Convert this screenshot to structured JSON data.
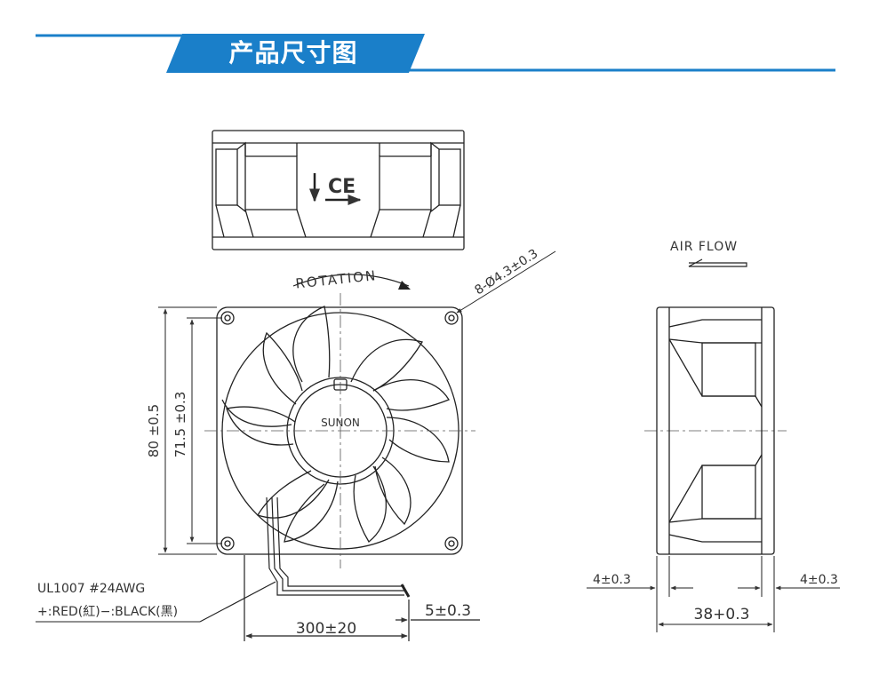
{
  "header": {
    "title": "产品尺寸图",
    "accent_color": "#1a7fc9"
  },
  "drawing": {
    "rotation_label": "ROTATION",
    "airflow_label": "AIR FLOW",
    "hole_label": "8-Ø4.3±0.3",
    "brand_label": "SUNON",
    "dim_outer": "80 ±0.5",
    "dim_inner": "71.5 ±0.3",
    "wire_spec": "UL1007  #24AWG",
    "wire_colors": "+:RED(紅)−:BLACK(黑)",
    "wire_length": "300±20",
    "wire_strip": "5±0.3",
    "flange_left": "4±0.3",
    "flange_right": "4±0.3",
    "depth": "38+0.3",
    "ce_mark": "CE"
  }
}
